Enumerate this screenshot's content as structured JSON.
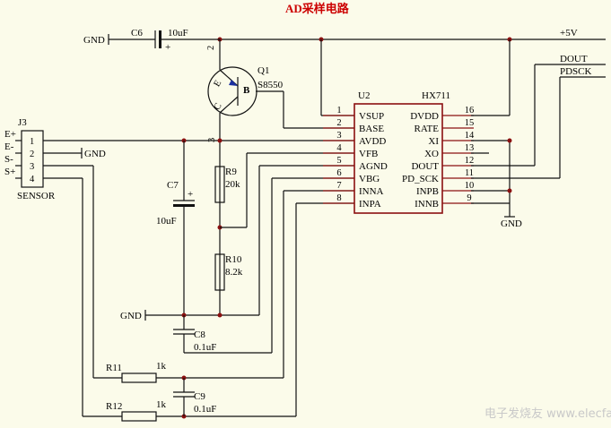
{
  "title": "AD采样电路",
  "power_label": "+5V",
  "gnd_label": "GND",
  "signals": {
    "dout": "DOUT",
    "pdsck": "PDSCK"
  },
  "capacitors": {
    "c6": {
      "ref": "C6",
      "value": "10uF",
      "plus": "+"
    },
    "c7": {
      "ref": "C7",
      "value": "10uF",
      "plus": "+"
    },
    "c8": {
      "ref": "C8",
      "value": "0.1uF"
    },
    "c9": {
      "ref": "C9",
      "value": "0.1uF"
    }
  },
  "resistors": {
    "r9": {
      "ref": "R9",
      "value": "20k"
    },
    "r10": {
      "ref": "R10",
      "value": "8.2k"
    },
    "r11": {
      "ref": "R11",
      "value": "1k"
    },
    "r12": {
      "ref": "R12",
      "value": "1k"
    }
  },
  "transistor": {
    "ref": "Q1",
    "part": "S8550",
    "emitter": "E",
    "base": "B",
    "collector": "C",
    "pin_e": "2",
    "pin_c": "3"
  },
  "connector": {
    "ref": "J3",
    "name": "SENSOR",
    "signals": [
      "E+",
      "E-",
      "S-",
      "S+"
    ],
    "pins": [
      "1",
      "2",
      "3",
      "4"
    ]
  },
  "chip": {
    "ref": "U2",
    "part": "HX711",
    "left_pins": [
      {
        "num": "1",
        "name": "VSUP"
      },
      {
        "num": "2",
        "name": "BASE"
      },
      {
        "num": "3",
        "name": "AVDD"
      },
      {
        "num": "4",
        "name": "VFB"
      },
      {
        "num": "5",
        "name": "AGND"
      },
      {
        "num": "6",
        "name": "VBG"
      },
      {
        "num": "7",
        "name": "INNA"
      },
      {
        "num": "8",
        "name": "INPA"
      }
    ],
    "right_pins": [
      {
        "num": "16",
        "name": "DVDD"
      },
      {
        "num": "15",
        "name": "RATE"
      },
      {
        "num": "14",
        "name": "XI"
      },
      {
        "num": "13",
        "name": "XO"
      },
      {
        "num": "12",
        "name": "DOUT"
      },
      {
        "num": "11",
        "name": "PD_SCK"
      },
      {
        "num": "10",
        "name": "INPB"
      },
      {
        "num": "9",
        "name": "INNB"
      }
    ]
  },
  "watermark": "电子发烧友  www.elecfans.com"
}
